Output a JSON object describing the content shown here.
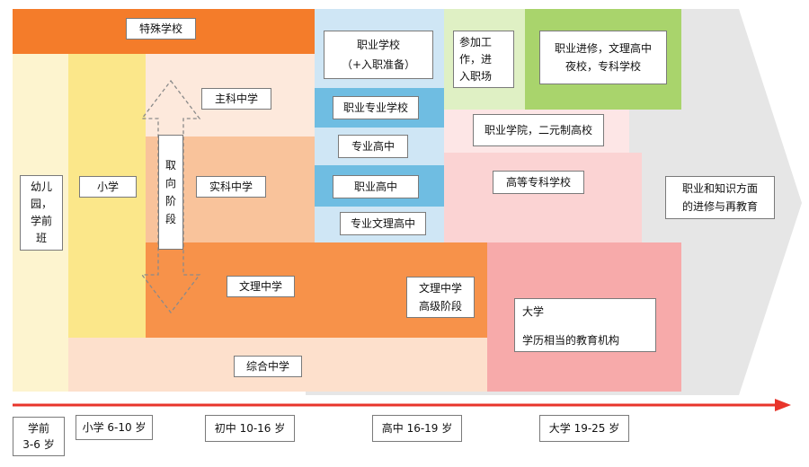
{
  "colors": {
    "arrow_bg": "#e6e6e6",
    "orange_dark": "#f47c2a",
    "orange_mid": "#f9a56b",
    "orange_light": "#fbe0cc",
    "orange_pale": "#fde9dc",
    "yellow_pale": "#fdf4cf",
    "yellow": "#fbe78a",
    "blue_light": "#cfe6f5",
    "blue_mid": "#6fbde2",
    "green_light": "#dff0c4",
    "green": "#a9d46c",
    "pink_light": "#fbd3d3",
    "pink": "#f7aaaa",
    "red_axis": "#e8352b"
  },
  "labels": {
    "special_school": "特殊学校",
    "vocational_school": "职业学校\n（+入职准备）",
    "join_work": "参加工\n作，进\n入职场",
    "voc_advance": "职业进修，文理高中\n夜校，专科学校",
    "kindergarten": "幼儿\n园，\n学前\n班",
    "primary": "小学",
    "orientation": "取\n向\n阶\n段",
    "main_school": "主科中学",
    "practical_school": "实科中学",
    "voc_specialty_school": "职业专业学校",
    "specialty_high": "专业高中",
    "voc_high": "职业高中",
    "specialty_liberal_high": "专业文理高中",
    "voc_college_dual": "职业学院，二元制高校",
    "higher_specialty": "高等专科学校",
    "lifelong": "职业和知识方面\n的进修与再教育",
    "liberal_school": "文理中学",
    "liberal_upper": "文理中学\n高级阶段",
    "university": "大学\n\n学历相当的教育机构",
    "comprehensive": "综合中学"
  },
  "stages": {
    "preschool": "学前\n3-6 岁",
    "primary": "小学 6-10 岁",
    "junior": "初中 10-16 岁",
    "senior": "高中 16-19 岁",
    "university": "大学 19-25 岁"
  }
}
